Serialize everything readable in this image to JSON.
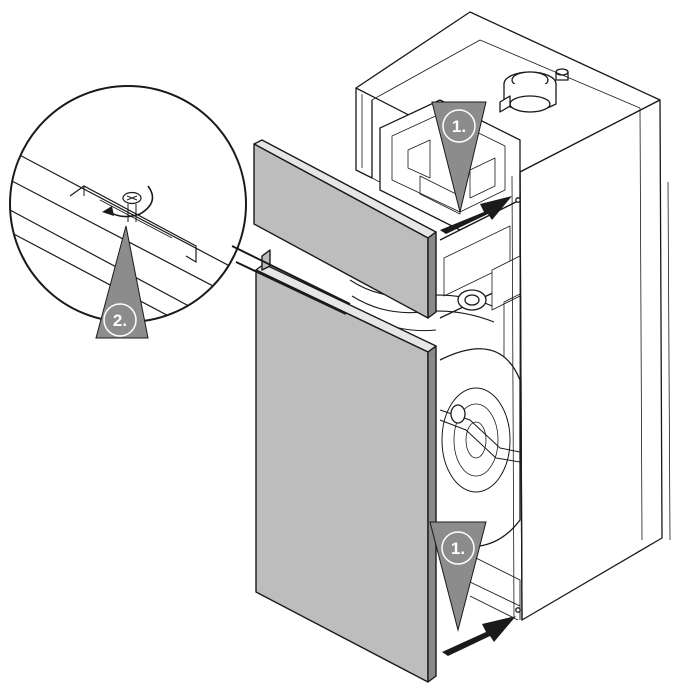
{
  "steps": {
    "step1_top_label": "1.",
    "step1_bottom_label": "1.",
    "step2_label": "2."
  },
  "colors": {
    "panel_fill": "#bdbdbd",
    "panel_edge": "#8a8a8a",
    "callout_fill": "#8c8c8c",
    "arrow_fill": "#1a1a1a",
    "line": "#1a1a1a"
  }
}
